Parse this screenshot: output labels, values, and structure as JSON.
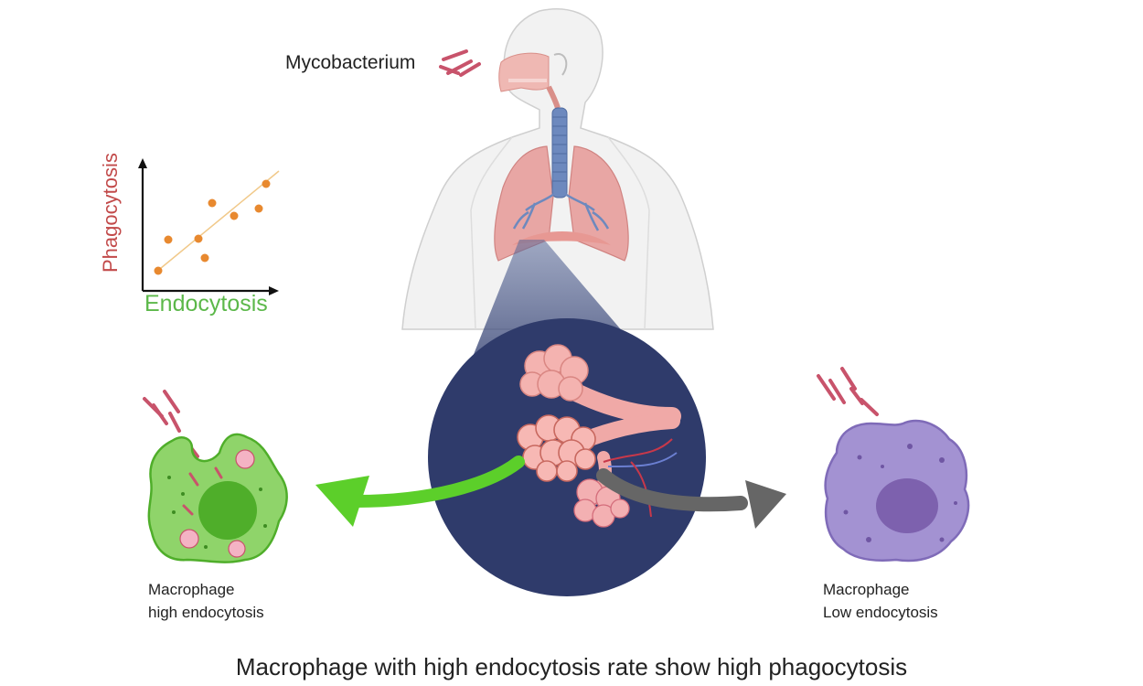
{
  "labels": {
    "mycobacterium": "Mycobacterium",
    "x_axis": "Endocytosis",
    "y_axis": "Phagocytosis",
    "left_macrophage_line1": "Macrophage",
    "left_macrophage_line2": "high endocytosis",
    "right_macrophage_line1": "Macrophage",
    "right_macrophage_line2": "Low endocytosis",
    "caption": "Macrophage with high endocytosis rate show high phagocytosis"
  },
  "colors": {
    "high_endocytosis": "#6fc94f",
    "low_endocytosis": "#a392d2",
    "bacteria": "#c8536b",
    "zoom_circle": "#2f3b6b",
    "scatter_point": "#e8892f",
    "trend_line": "#f1c98a",
    "x_axis_label": "#5cb84a",
    "y_axis_label": "#c24a4a",
    "arrow_left": "#5ccf2a",
    "arrow_right": "#666666"
  },
  "icons": [
    "human-figure-icon",
    "lungs-icon",
    "alveoli-icon",
    "bacteria-icon",
    "macrophage-icon"
  ]
}
